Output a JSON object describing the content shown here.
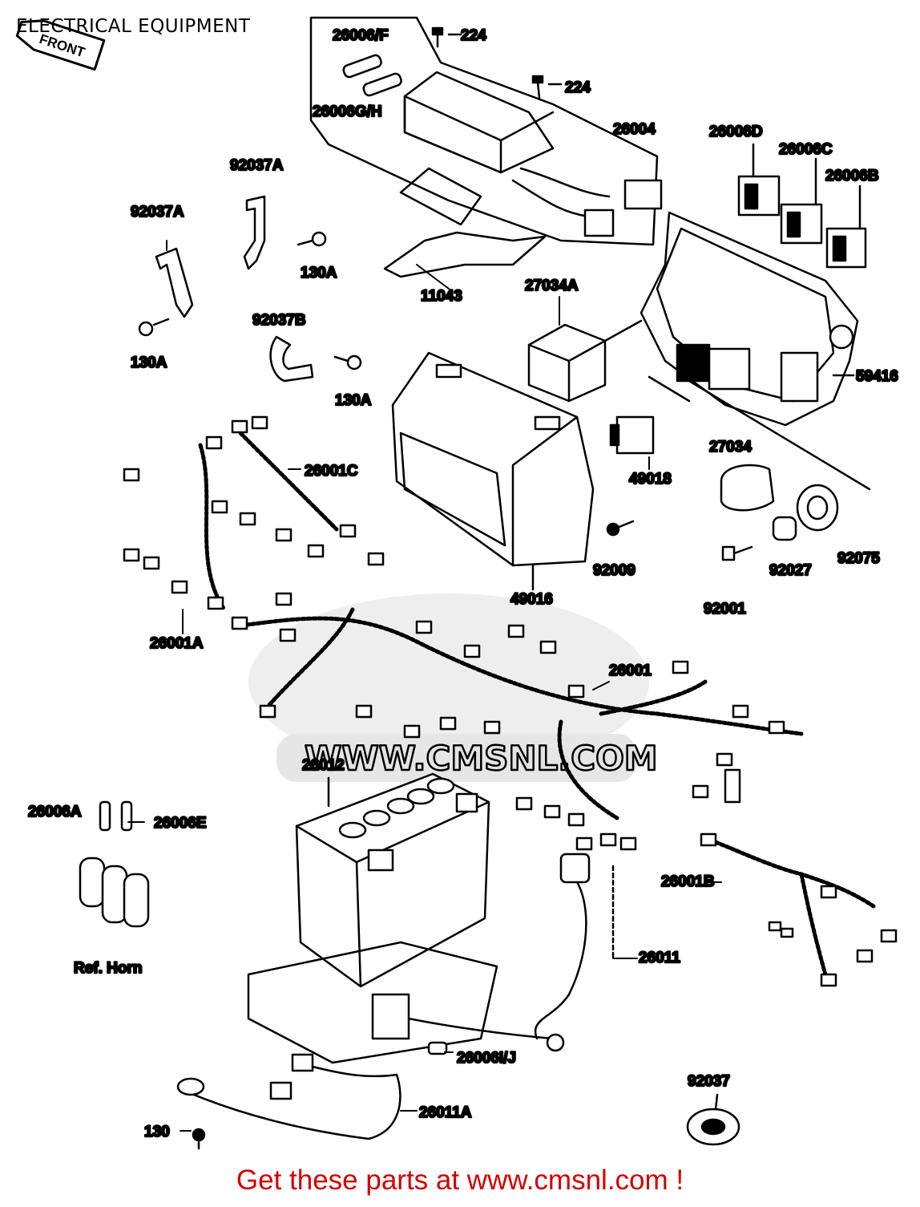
{
  "title": "ELECTRICAL EQUIPMENT",
  "front_badge": "FRONT",
  "watermark": "WWW.CMSNL.COM",
  "footer": "Get these parts at www.cmsnl.com !",
  "colors": {
    "ink": "#000000",
    "footer": "#d40000",
    "watermark": "#e3e3e3"
  },
  "labels": {
    "p26006F": "26006/F",
    "p26006GH": "26006G/H",
    "p224a": "224",
    "p224b": "224",
    "p26004": "26004",
    "p26006D": "26006D",
    "p26006C": "26006C",
    "p26006B": "26006B",
    "p92037A_1": "92037A",
    "p92037A_2": "92037A",
    "p130A_1": "130A",
    "p130A_2": "130A",
    "p130A_3": "130A",
    "p11043": "11043",
    "p27034A": "27034A",
    "p92037B": "92037B",
    "p59416": "59416",
    "p26001C": "26001C",
    "p49018": "49018",
    "p27034": "27034",
    "p92009": "92009",
    "p92027": "92027",
    "p92075": "92075",
    "p49016": "49016",
    "p92001": "92001",
    "p26001A": "26001A",
    "p26001": "26001",
    "p26012": "26012",
    "p26006A": "26006A",
    "p26006E": "26006E",
    "pRefHorn": "Ref. Horn",
    "p26001B": "26001B",
    "p26011": "26011",
    "p26006IJ": "26006I/J",
    "p92037": "92037",
    "p26011A": "26011A",
    "p130": "130"
  }
}
